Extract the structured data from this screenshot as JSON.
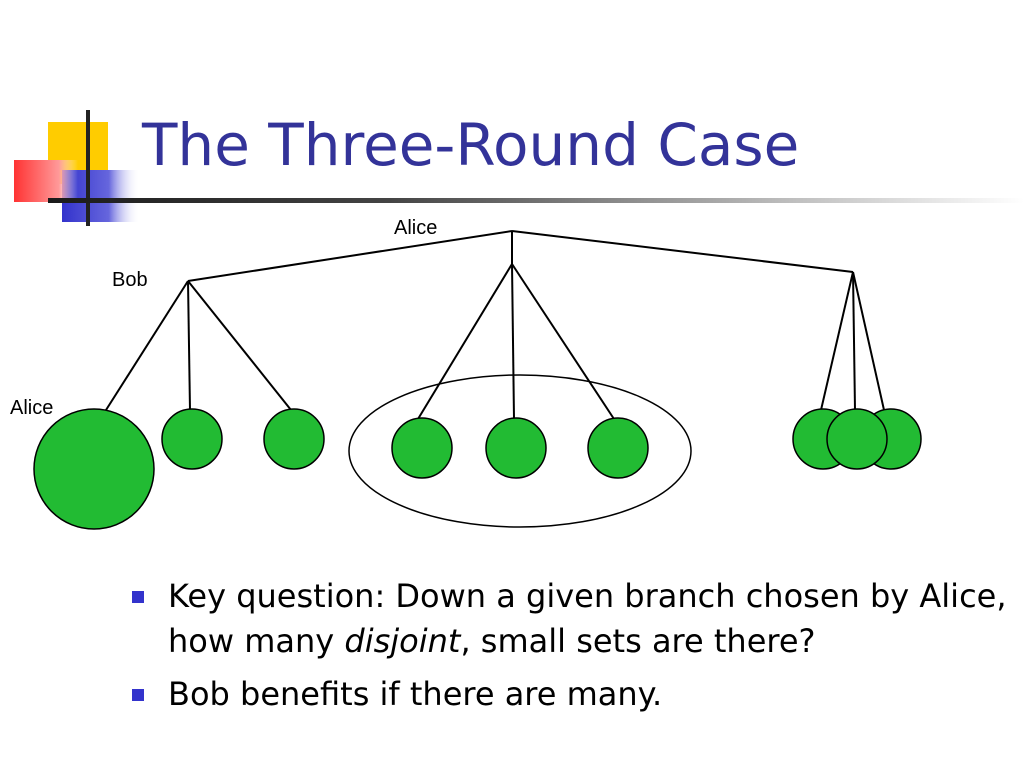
{
  "slide": {
    "title": "The Three-Round Case"
  },
  "diagram": {
    "root_label": "Alice",
    "second_level_label": "Bob",
    "third_level_label": "Alice"
  },
  "bullets": [
    {
      "before": "Key question: Down a given branch chosen by Alice, how many ",
      "emph": "disjoint",
      "after": ", small sets are there?"
    },
    {
      "text": "Bob benefits if there are many."
    }
  ],
  "colors": {
    "title": "#333399",
    "bullet_marker": "#3333cc",
    "node_fill": "#22bb33",
    "logo_yellow": "#ffcc00",
    "logo_red": "#ff3333",
    "logo_blue": "#3333cc"
  },
  "icons": [
    "slide-logo-icon"
  ]
}
